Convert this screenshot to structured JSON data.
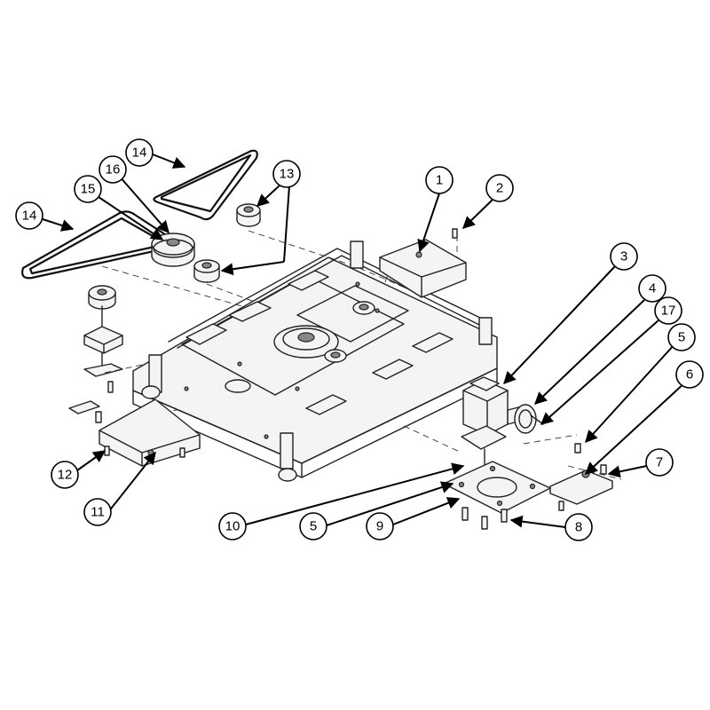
{
  "callouts": [
    {
      "id": "c1",
      "label": "1"
    },
    {
      "id": "c2",
      "label": "2"
    },
    {
      "id": "c3",
      "label": "3"
    },
    {
      "id": "c4",
      "label": "4"
    },
    {
      "id": "c17",
      "label": "17"
    },
    {
      "id": "c5a",
      "label": "5"
    },
    {
      "id": "c6",
      "label": "6"
    },
    {
      "id": "c7",
      "label": "7"
    },
    {
      "id": "c8",
      "label": "8"
    },
    {
      "id": "c9",
      "label": "9"
    },
    {
      "id": "c5b",
      "label": "5"
    },
    {
      "id": "c10",
      "label": "10"
    },
    {
      "id": "c11",
      "label": "11"
    },
    {
      "id": "c12",
      "label": "12"
    },
    {
      "id": "c14a",
      "label": "14"
    },
    {
      "id": "c14b",
      "label": "14"
    },
    {
      "id": "c15",
      "label": "15"
    },
    {
      "id": "c16",
      "label": "16"
    },
    {
      "id": "c13",
      "label": "13"
    }
  ]
}
